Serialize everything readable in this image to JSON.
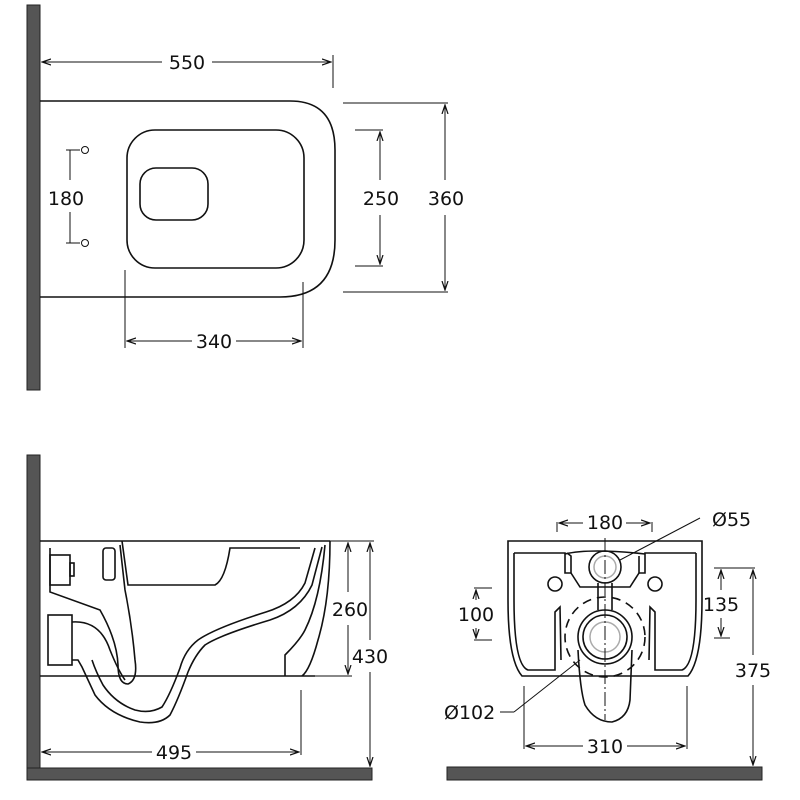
{
  "top_view": {
    "dim_length": "550",
    "dim_fixing_spacing": "180",
    "dim_seat_width": "250",
    "dim_width": "360",
    "dim_seat_length": "340"
  },
  "side_view": {
    "dim_bowl_height": "260",
    "dim_rim_height": "430",
    "dim_projection": "495"
  },
  "rear_view": {
    "dim_fixing_spacing": "180",
    "dim_inlet_diameter": "Ø55",
    "dim_inlet_offset": "100",
    "dim_outlet_height": "135",
    "dim_floor_height": "375",
    "dim_outlet_diameter": "Ø102",
    "dim_base_width": "310"
  }
}
